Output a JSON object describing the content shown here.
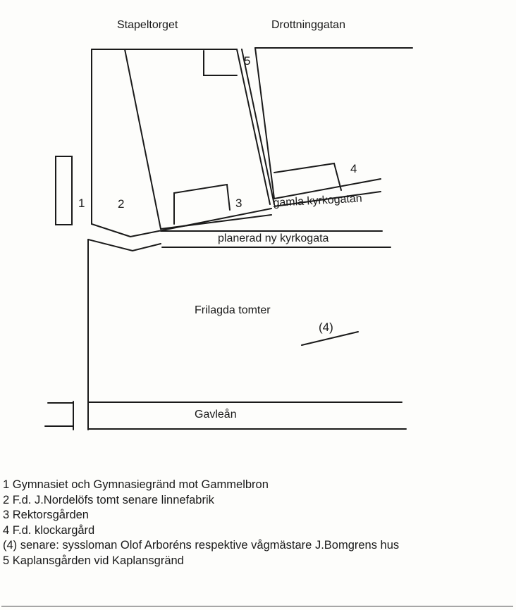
{
  "map": {
    "streets": {
      "stapeltorget": "Stapeltorget",
      "drottninggatan": "Drottninggatan",
      "gamla_kyrkogatan": "gamla kyrkogatan",
      "planerad_ny_kyrkogata": "planerad ny kyrkogata",
      "gavlean": "Gavleån"
    },
    "areas": {
      "frilagda_tomter": "Frilagda tomter"
    },
    "numbers": {
      "n1": "1",
      "n2": "2",
      "n3": "3",
      "n4": "4",
      "n4_paren": "(4)",
      "n5": "5"
    }
  },
  "legend": [
    "1 Gymnasiet och Gymnasiegränd mot Gammelbron",
    "2 F.d. J.Nordelöfs tomt senare linnefabrik",
    "3 Rektorsgården",
    "4 F.d. klockargård",
    "(4) senare: syssloman Olof Arboréns respektive vågmästare J.Bomgrens hus",
    "5 Kaplansgården vid Kaplansgränd"
  ]
}
